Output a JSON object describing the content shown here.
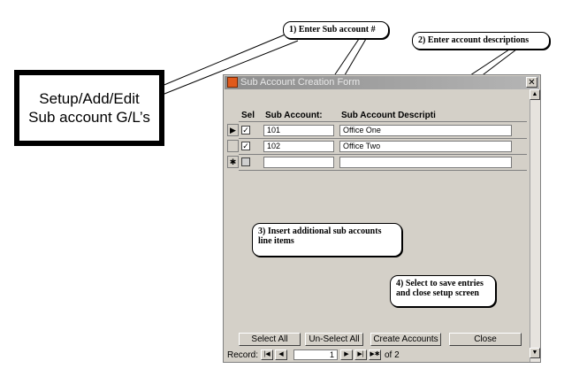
{
  "label_box": {
    "line1": "Setup/Add/Edit",
    "line2": "Sub account G/L’s"
  },
  "callouts": {
    "c1": "1) Enter Sub account #",
    "c2": "2) Enter account descriptions",
    "c3": "3) Insert additional sub accounts line items",
    "c4": "4) Select to save entries and close setup screen"
  },
  "window": {
    "title": "Sub Account Creation Form",
    "close_glyph": "✕",
    "headers": {
      "sel": "Sel",
      "sub_account": "Sub Account:",
      "description": "Sub Account Descripti"
    },
    "rows": [
      {
        "selector": "▶",
        "checked": "✓",
        "account": "101",
        "description": "Office One"
      },
      {
        "selector": "",
        "checked": "✓",
        "account": "102",
        "description": "Office Two"
      },
      {
        "selector": "✱",
        "checked": "",
        "account": "",
        "description": ""
      }
    ],
    "buttons": {
      "select_all": "Select All",
      "unselect_all": "Un-Select All",
      "create_accounts": "Create Accounts",
      "close": "Close"
    },
    "nav": {
      "record_label": "Record:",
      "first": "|◀",
      "prev": "◀",
      "current": "1",
      "next": "▶",
      "next_end": "▶|",
      "new": "▶✱",
      "of_label": "of 2"
    },
    "scroll": {
      "up": "▲",
      "down": "▼"
    }
  }
}
